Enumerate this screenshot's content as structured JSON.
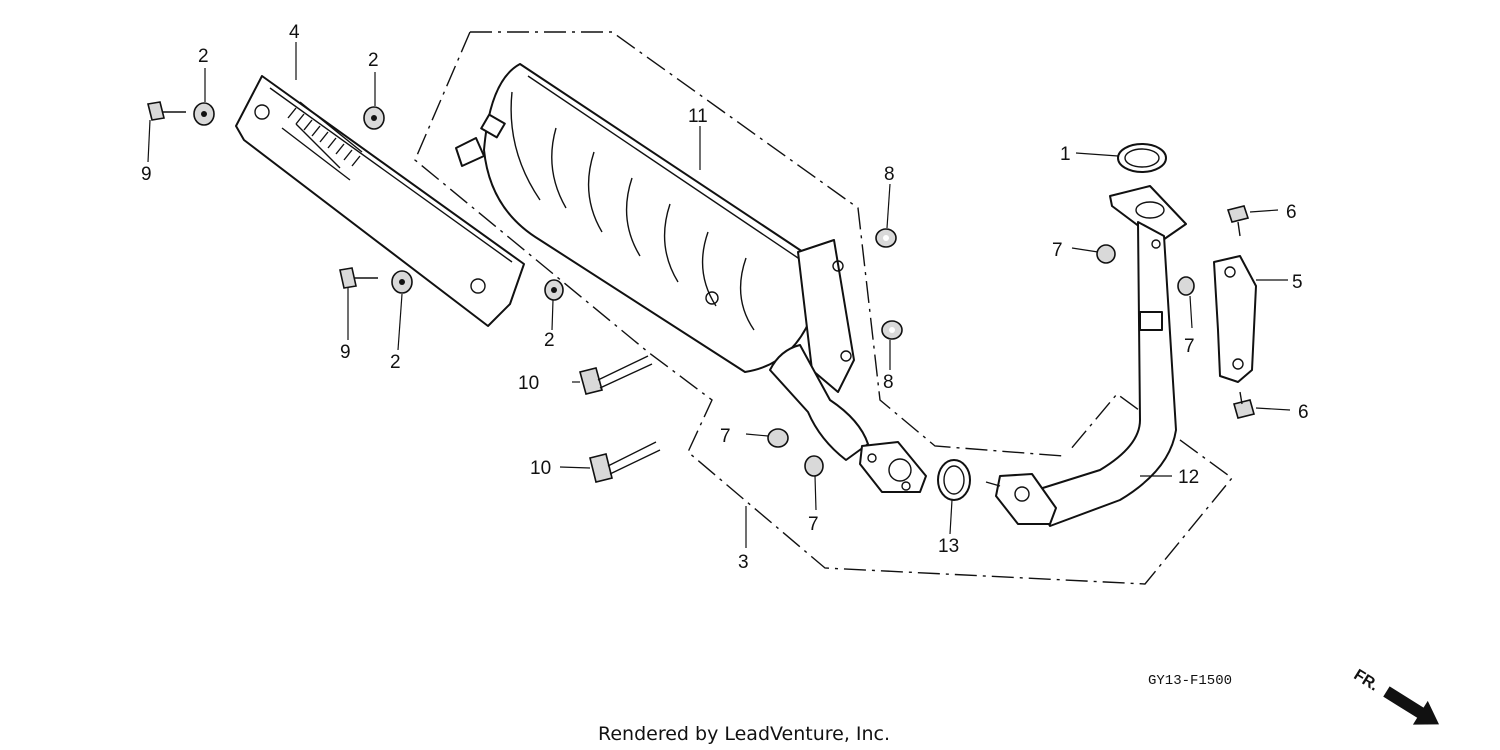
{
  "diagram": {
    "drawing_code": "GY13-F1500",
    "credit": "Rendered by LeadVenture, Inc.",
    "direction_label": "FR.",
    "callouts": {
      "c1": "1",
      "c2a": "2",
      "c2b": "2",
      "c2c": "2",
      "c2d": "2",
      "c3": "3",
      "c4": "4",
      "c5": "5",
      "c6a": "6",
      "c6b": "6",
      "c7a": "7",
      "c7b": "7",
      "c7c": "7",
      "c7d": "7",
      "c8a": "8",
      "c8b": "8",
      "c9a": "9",
      "c9b": "9",
      "c10a": "10",
      "c10b": "10",
      "c11": "11",
      "c12": "12",
      "c13": "13"
    }
  }
}
